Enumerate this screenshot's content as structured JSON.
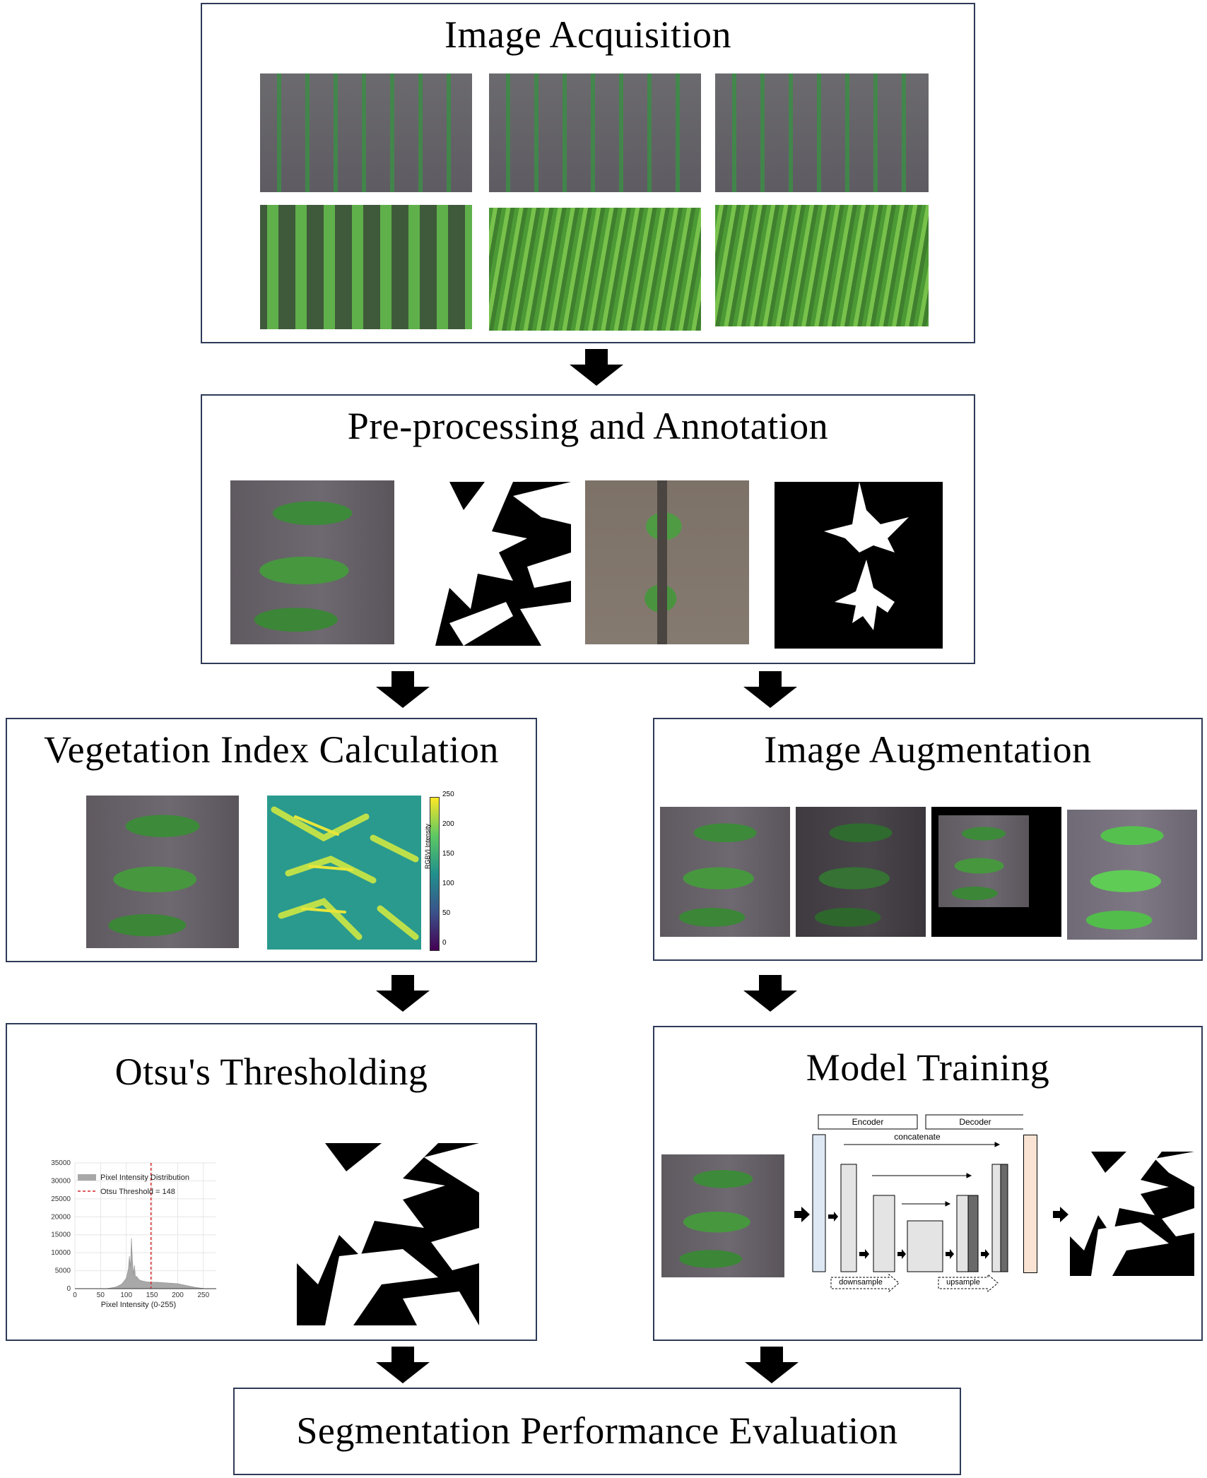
{
  "stages": {
    "acquisition": "Image Acquisition",
    "preprocessing": "Pre-processing and Annotation",
    "vegetation_index": "Vegetation Index Calculation",
    "augmentation": "Image Augmentation",
    "otsu": "Otsu's Thresholding",
    "training": "Model Training",
    "evaluation": "Segmentation Performance Evaluation"
  },
  "colorbar": {
    "label": "RGBVI Intensity",
    "ticks": [
      "250",
      "200",
      "150",
      "100",
      "50",
      "0"
    ]
  },
  "unet": {
    "encoder": "Encoder",
    "decoder": "Decoder",
    "concatenate": "concatenate",
    "downsample": "downsample",
    "upsample": "upsample"
  },
  "chart_data": {
    "type": "bar",
    "title": "",
    "xlabel": "Pixel Intensity (0-255)",
    "ylabel": "",
    "xlim": [
      0,
      255
    ],
    "ylim": [
      0,
      35000
    ],
    "x_ticks": [
      "0",
      "50",
      "100",
      "150",
      "200",
      "250"
    ],
    "y_ticks": [
      "0",
      "5000",
      "10000",
      "15000",
      "20000",
      "25000",
      "30000",
      "35000"
    ],
    "legend": [
      "Pixel Intensity Distribution",
      "Otsu Threshold = 148"
    ],
    "threshold": 148,
    "x": [
      60,
      70,
      80,
      90,
      95,
      100,
      104,
      106,
      108,
      110,
      112,
      114,
      116,
      118,
      120,
      125,
      130,
      140,
      150,
      160,
      170,
      180,
      190,
      200,
      210,
      220,
      230,
      240,
      250
    ],
    "values": [
      0,
      200,
      500,
      1200,
      2000,
      3000,
      5500,
      9000,
      6000,
      14000,
      8000,
      4000,
      6500,
      3000,
      3500,
      2500,
      2200,
      1900,
      1800,
      1800,
      1700,
      1600,
      1500,
      1400,
      1100,
      800,
      500,
      250,
      100
    ],
    "grid": true,
    "legend_position": "top-right"
  }
}
